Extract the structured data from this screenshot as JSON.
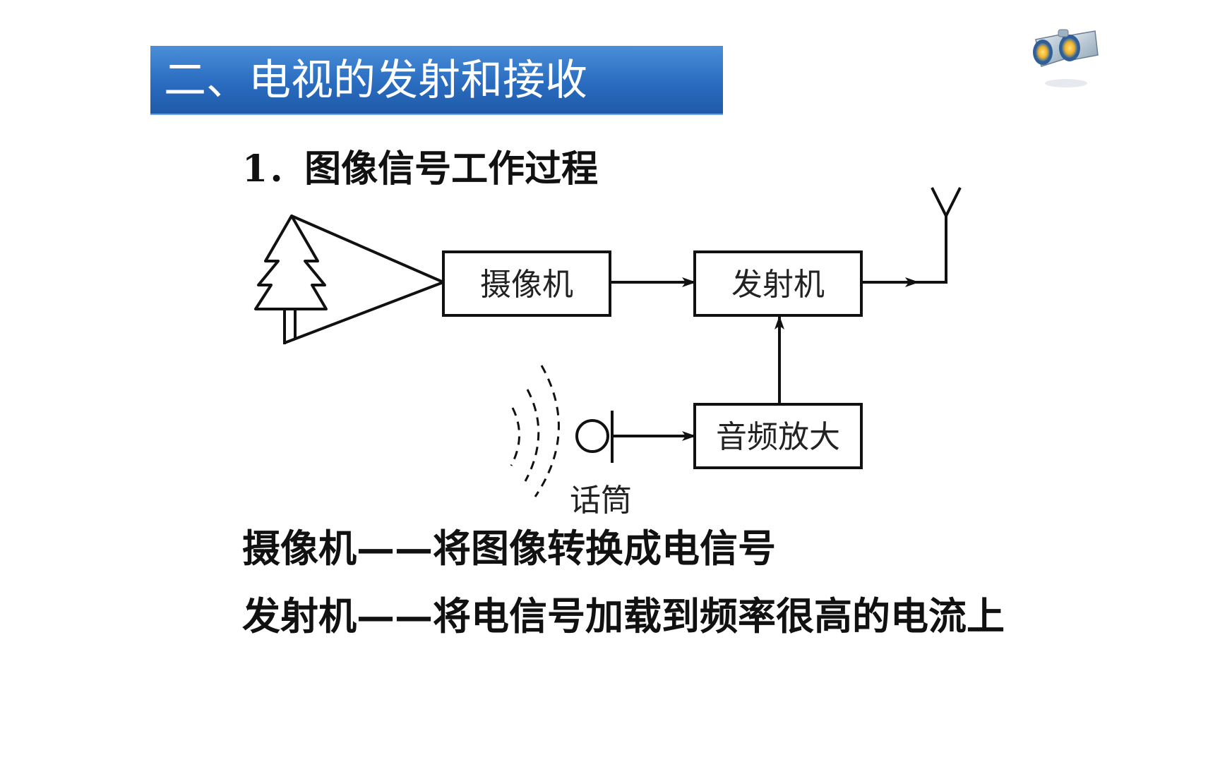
{
  "header": {
    "title": "二、电视的发射和接收"
  },
  "section": {
    "subtitle": "1．图像信号工作过程"
  },
  "diagram": {
    "camera_label": "摄像机",
    "transmitter_label": "发射机",
    "audio_amp_label": "音频放大",
    "microphone_label": "话筒"
  },
  "body": {
    "line1": "摄像机——将图像转换成电信号",
    "line2": "发射机——将电信号加载到频率很高的电流上"
  },
  "icons": {
    "corner_icon": "binoculars-icon"
  },
  "colors": {
    "title_bar": "#2a6cc0",
    "title_text": "#ffffff"
  }
}
